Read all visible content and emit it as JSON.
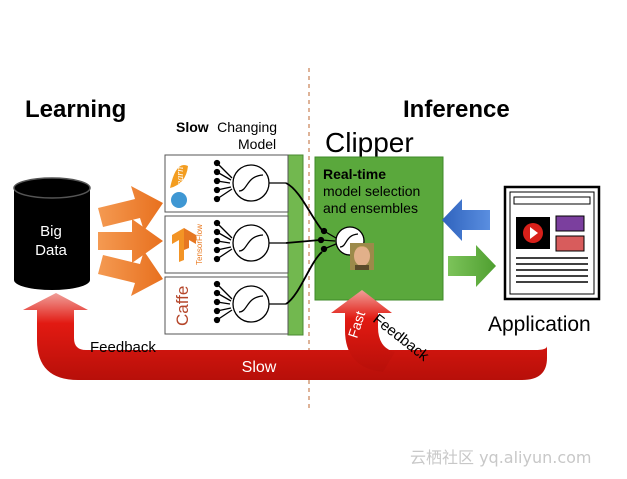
{
  "headings": {
    "learning": "Learning",
    "inference": "Inference"
  },
  "big_data": {
    "line1": "Big",
    "line2": "Data"
  },
  "models_caption": {
    "bold": "Slow",
    "rest": "Changing",
    "line2": "Model"
  },
  "frameworks": {
    "learn": "learn",
    "tensorflow": "TensorFlow",
    "caffe": "Caffe"
  },
  "clipper": {
    "title": "Clipper",
    "realtime": "Real-time",
    "line2": "model selection",
    "line3": "and ensembles"
  },
  "application": {
    "label": "Application"
  },
  "feedback": {
    "slow_loop_label": "Feedback",
    "slow_word": "Slow",
    "fast_word": "Fast",
    "fast_loop_label": "Feedback"
  },
  "watermark": "云栖社区 yq.aliyun.com",
  "colors": {
    "orange_arrow": "#f07d26",
    "blue_arrow": "#3f74c9",
    "green_arrow": "#5fb23c",
    "clipper_green": "#5aa83c",
    "slow_green": "#72b84f",
    "feedback_red": "#d8150e",
    "divider": "#d39a77",
    "cylinder": "#000000"
  },
  "icons": [
    "neuron-icon",
    "sklearn-logo-icon",
    "tensorflow-logo-icon",
    "play-video-icon",
    "face-photo-icon"
  ]
}
